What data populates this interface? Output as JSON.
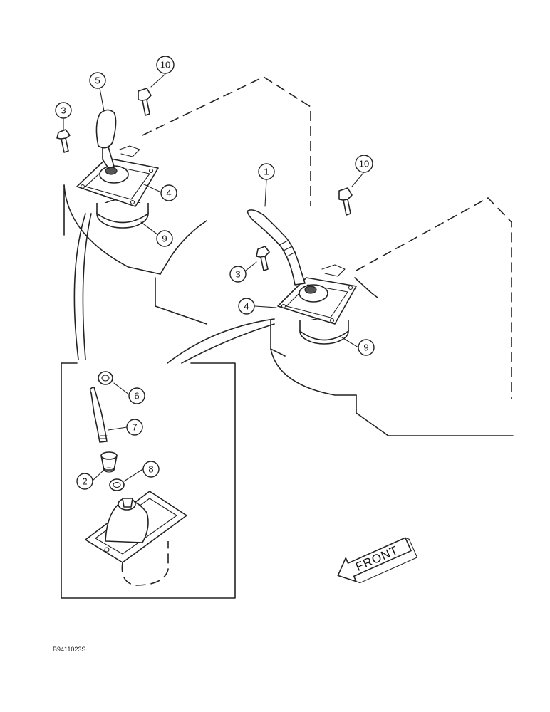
{
  "callouts": {
    "c1": "1",
    "c2": "2",
    "c3a": "3",
    "c3b": "3",
    "c4a": "4",
    "c4b": "4",
    "c5": "5",
    "c6": "6",
    "c7": "7",
    "c8": "8",
    "c9a": "9",
    "c9b": "9",
    "c10a": "10",
    "c10b": "10"
  },
  "direction_arrow": {
    "label": "FRONT"
  },
  "figure_code": "B9411023S"
}
